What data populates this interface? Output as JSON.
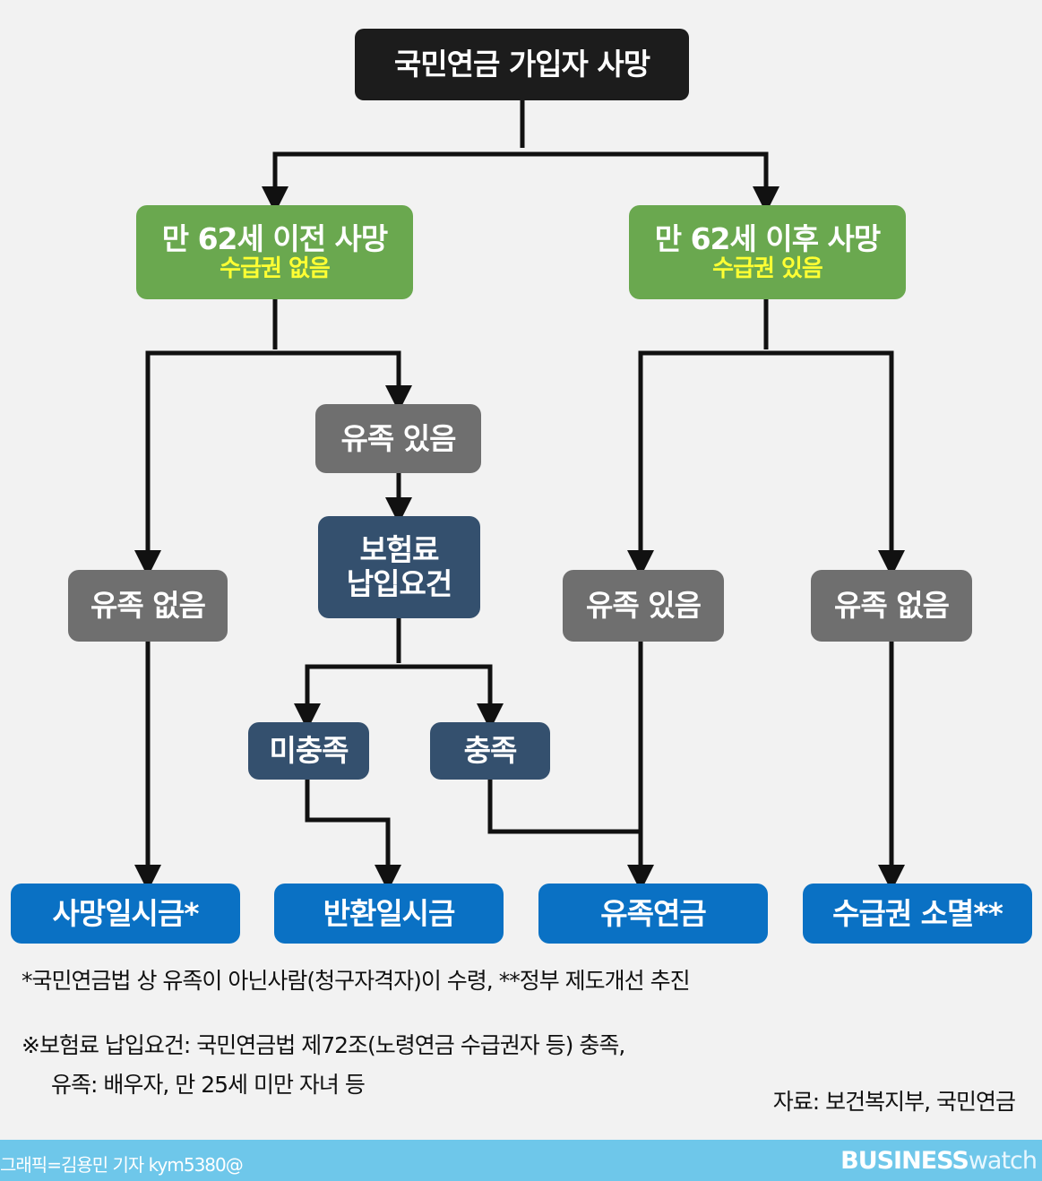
{
  "nodes": {
    "root": {
      "line1": "국민연금 가입자 사망"
    },
    "before62": {
      "line1": "만 62세 이전 사망",
      "line2": "수급권 없음"
    },
    "after62": {
      "line1": "만 62세 이후 사망",
      "line2": "수급권 있음"
    },
    "left_survivors_yes": {
      "line1": "유족 있음"
    },
    "payment_requirement": {
      "line1": "보험료",
      "line2": "납입요건"
    },
    "left_survivors_no": {
      "line1": "유족 없음"
    },
    "right_survivors_yes": {
      "line1": "유족 있음"
    },
    "right_survivors_no": {
      "line1": "유족 없음"
    },
    "unmet": {
      "line1": "미충족"
    },
    "met": {
      "line1": "충족"
    },
    "death_lump_sum": {
      "line1": "사망일시금*"
    },
    "refund_lump_sum": {
      "line1": "반환일시금"
    },
    "survivor_pension": {
      "line1": "유족연금"
    },
    "entitlement_lapse": {
      "line1": "수급권 소멸**"
    }
  },
  "notes": {
    "footnote": "*국민연금법 상 유족이 아닌사람(청구자격자)이 수령, **정부 제도개선 추진",
    "requirement_note_1": "※보험료 납입요건: 국민연금법 제72조(노령연금 수급권자 등) 충족,",
    "requirement_note_2": "유족: 배우자, 만 25세 미만 자녀 등",
    "source": "자료: 보건복지부, 국민연금"
  },
  "footer": {
    "credit": "그래픽=김용민 기자 kym5380@",
    "brand_bold": "BUSINESS",
    "brand_light": "watch"
  },
  "colors": {
    "black_box": "#1c1c1c",
    "green_box": "#6aa84f",
    "gray_box": "#6f6f6f",
    "navy_box": "#34506e",
    "blue_box": "#0a71c4",
    "highlight_text": "#ffff33",
    "footer_bar": "#6ec7ea",
    "connector": "#111111"
  }
}
